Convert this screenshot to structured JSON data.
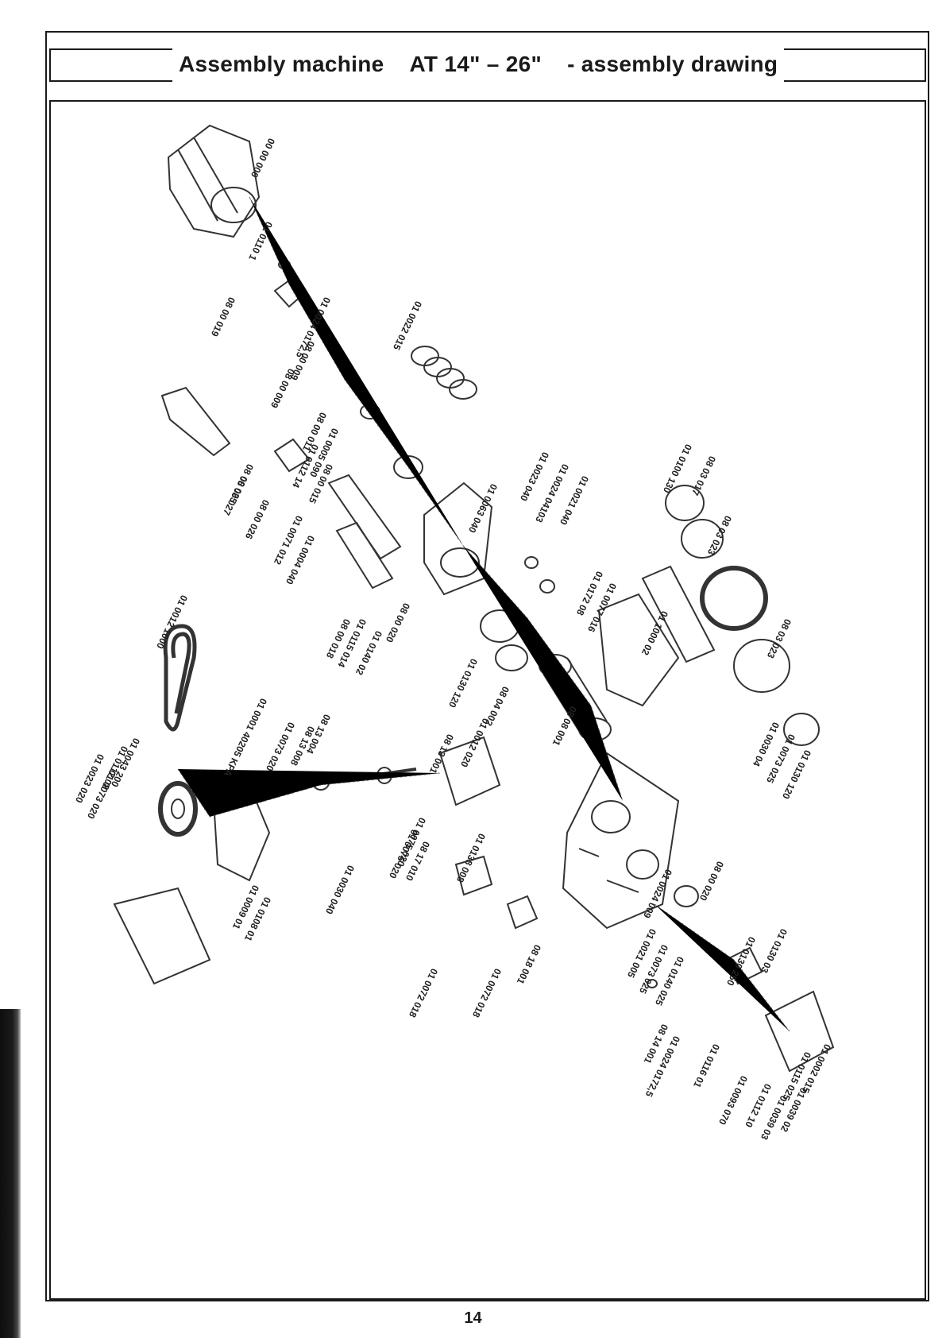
{
  "header": {
    "title": "Assembly machine",
    "model": "AT 14\" – 26\"",
    "subtitle": "- assembly drawing"
  },
  "page_number": "14",
  "part_labels": [
    "00 00 000",
    "01 0110 1",
    "08 00 019",
    "01 0024 0172,5",
    "08 00 009",
    "08 00 009",
    "01 0022 015",
    "08 00 011",
    "01 0005 090",
    "01 0112 14",
    "08 00 015",
    "08 00 025",
    "08 00 027",
    "08 00 026",
    "01 0063 040",
    "01 0023 040",
    "01 0024 04103",
    "01 0021 040",
    "01 0172 08",
    "01 0077 016",
    "01 0100 130",
    "08 03 017",
    "01 1000 02",
    "08 03 023",
    "08 03 023",
    "01 0071 012",
    "01 0004 040",
    "08 00 018",
    "01 0115 014",
    "01 0140 02",
    "08 00 020",
    "01 0130 120",
    "08 04 002",
    "08 08 001",
    "01 0030 04",
    "01 0073 025",
    "01 0130 120",
    "01 0012 1000",
    "01 0023 020",
    "01 0073 020",
    "08 13 008",
    "08 13 004",
    "01 0001 40205 KPA",
    "01 0112 08",
    "01 0043 200",
    "01 0073 020",
    "01 0075 020",
    "08 13 001",
    "01 0012 020",
    "01 0009 01",
    "01 0108 01",
    "01 0030 040",
    "08 17 010",
    "01 0075 020",
    "01 0138 008",
    "01 0024 009",
    "08 00 020",
    "01 0021 005",
    "01 0073 025",
    "01 0140 025",
    "01 0130 250",
    "01 0130 03",
    "08 18 001",
    "01 0072 018",
    "01 0072 018",
    "01 0039 02",
    "08 14 001",
    "01 0024 0172,5",
    "01 0116 01",
    "01 0093 070",
    "01 0112 10",
    "01 0039 03",
    "01 0115 025",
    "01 0002 015"
  ]
}
